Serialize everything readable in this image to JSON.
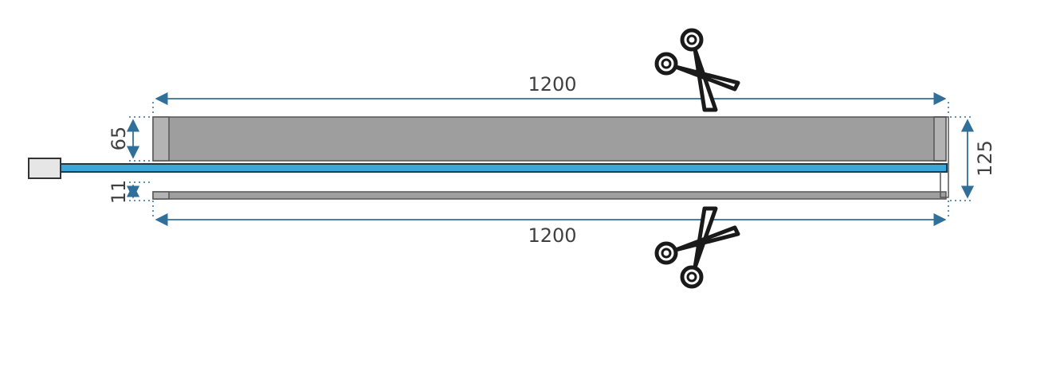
{
  "dimensions": {
    "top_length": "1200",
    "bottom_length": "1200",
    "upper_height": "65",
    "lower_height": "11",
    "total_height": "125"
  },
  "colors": {
    "dimension_line": "#2f6f9a",
    "profile_fill": "#9e9e9e",
    "profile_stroke": "#555555",
    "led_strip": "#39a9dc",
    "text": "#404040"
  },
  "icons": [
    "scissors-icon",
    "scissors-icon"
  ]
}
